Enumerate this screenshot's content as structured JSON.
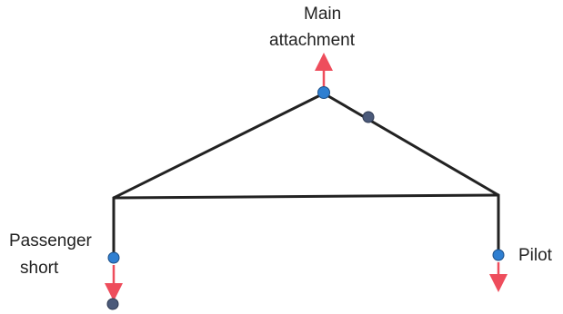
{
  "labels": {
    "main_attachment_line1": "Main",
    "main_attachment_line2": "attachment",
    "passenger_line1": "Passenger",
    "passenger_line2": "short",
    "pilot": "Pilot"
  },
  "colors": {
    "frame": "#222222",
    "point": "#2f7fd1",
    "point_dark": "#4b5a7a",
    "arrow": "#ee4d5c",
    "text": "#222222"
  }
}
